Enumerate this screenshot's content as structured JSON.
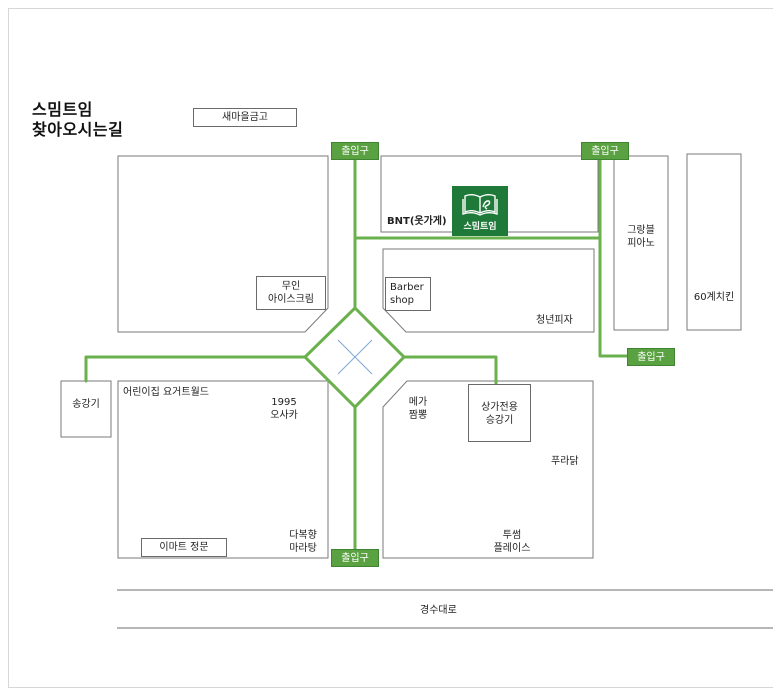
{
  "title": {
    "line1": "스밈트임",
    "line2": "찾아오시는길"
  },
  "colors": {
    "path_green": "#6ab04c",
    "entrance_green": "#5aa141",
    "logo_green": "#1f7a3a",
    "building_outline": "#7a7a7a",
    "cross_blue": "#7fa8d8"
  },
  "landmarks": {
    "saemaeul": "새마을금고",
    "bnt": "BNT(옷가게)",
    "logo_name": "스밈트임",
    "logo_icon": "book-icon",
    "grand_piano_1": "그랑블",
    "grand_piano_2": "피아노",
    "chicken": "60계치킨",
    "muin_1": "무인",
    "muin_2": "아이스크림",
    "barber_1": "Barber",
    "barber_2": "shop",
    "pizza": "청년피자",
    "sunggangi_left": "송강기",
    "kids_yogurt": "어린이집 요거트월드",
    "osaka_1": "1995",
    "osaka_2": "오사카",
    "mega_1": "메가",
    "mega_2": "짬뽕",
    "sangga_1": "상가전용",
    "sangga_2": "승강기",
    "puradak": "푸라닭",
    "dabokhyang_1": "다복향",
    "dabokhyang_2": "마라탕",
    "emart": "이마트 정문",
    "tousom_1": "투썸",
    "tousom_2": "플레이스",
    "road": "경수대로"
  },
  "entrances": {
    "top_left": "출입구",
    "top_right": "출입구",
    "right": "출입구",
    "bottom": "출입구"
  }
}
